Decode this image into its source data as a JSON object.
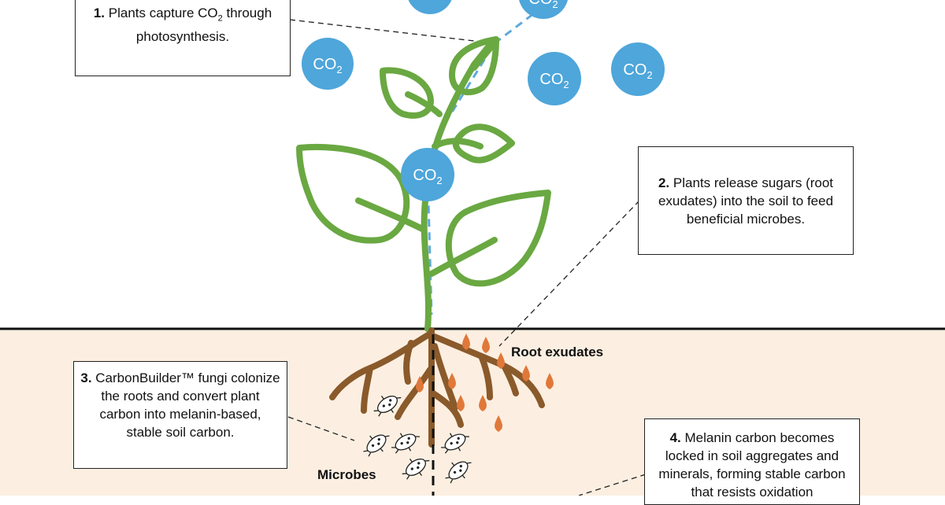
{
  "colors": {
    "soil": "#fcefe1",
    "stem": "#6aa842",
    "root": "#8a5a2b",
    "co2_bubble": "#4ea6da",
    "exudate_drop": "#e0783a",
    "ground_line": "#111111"
  },
  "co2": {
    "main": "CO",
    "sub": "2"
  },
  "callouts": [
    {
      "num": "1.",
      "text_before": "Plants capture CO",
      "sub": "2",
      "text_after": " through photosynthesis."
    },
    {
      "num": "2.",
      "text": "Plants release sugars (root exudates) into the soil to feed beneficial microbes."
    },
    {
      "num": "3.",
      "text": "CarbonBuilder™ fungi colonize the roots and convert plant carbon into melanin-based, stable soil carbon."
    },
    {
      "num": "4.",
      "text": "Melanin carbon becomes locked in soil aggregates and minerals, forming stable carbon that resists oxidation"
    }
  ],
  "labels": {
    "root_exudates": "Root exudates",
    "microbes": "Microbes"
  }
}
